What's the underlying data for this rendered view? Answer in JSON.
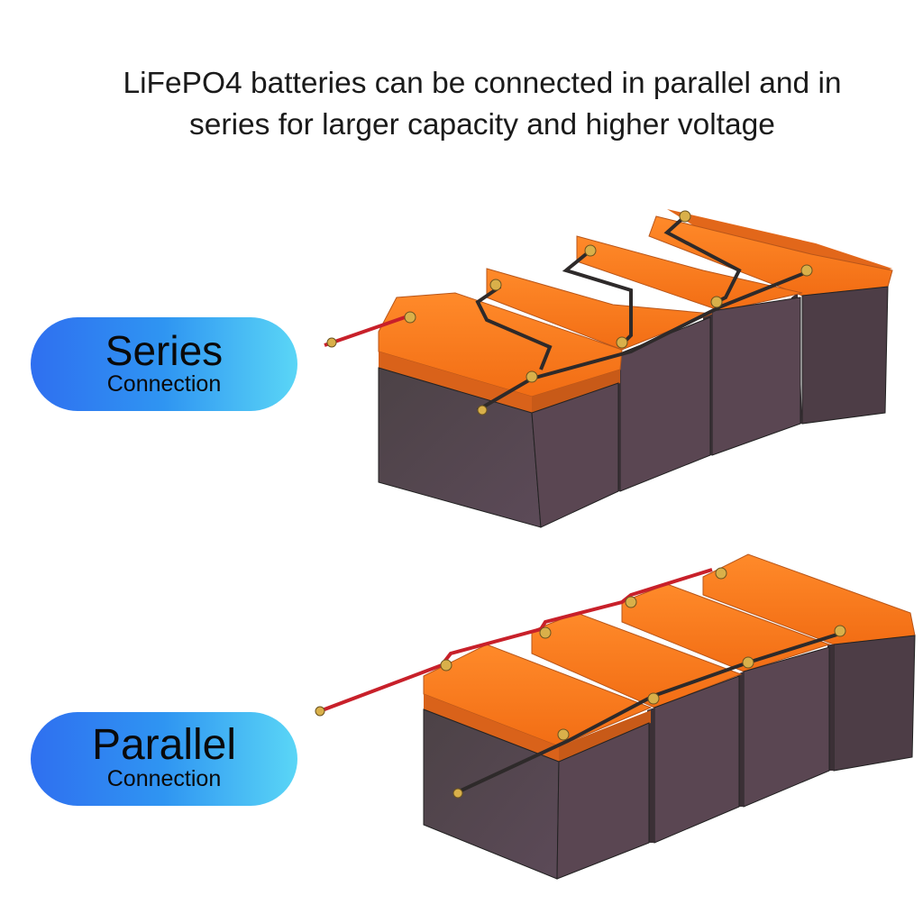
{
  "headline": {
    "line1": "LiFePO4 batteries can be connected in parallel and in",
    "line2": "series for larger capacity and higher voltage"
  },
  "series_label": {
    "title": "Series",
    "subtitle": "Connection"
  },
  "parallel_label": {
    "title": "Parallel",
    "subtitle": "Connection"
  },
  "colors": {
    "pill_start": "#2f6ff0",
    "pill_end": "#5ad6f6",
    "battery_lid": "#ff7a1e",
    "battery_lid_edge": "#d9621a",
    "battery_case_front": "#5a4752",
    "battery_case_side": "#4a3c44",
    "cable_positive": "#c8202a",
    "cable_negative": "#2e2a2a",
    "terminal_lug": "#d9b04a"
  },
  "icons": [
    "battery-bank-series-illustration",
    "battery-bank-parallel-illustration"
  ]
}
